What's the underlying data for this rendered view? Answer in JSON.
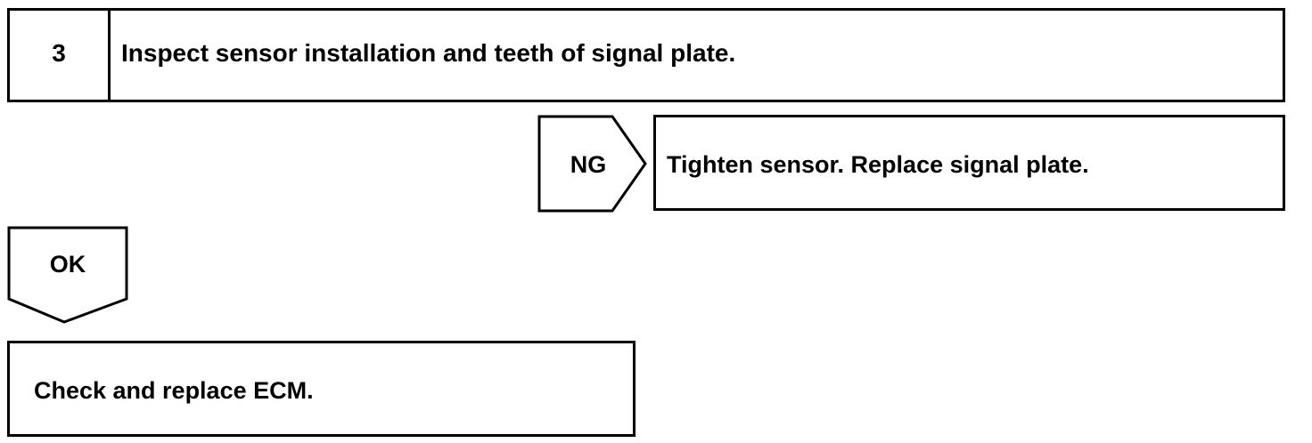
{
  "step": {
    "number": "3",
    "title": "Inspect sensor installation and teeth of signal plate."
  },
  "ng_branch": {
    "label": "NG",
    "action": "Tighten sensor. Replace signal plate."
  },
  "ok_branch": {
    "label": "OK",
    "action": "Check and replace ECM."
  }
}
